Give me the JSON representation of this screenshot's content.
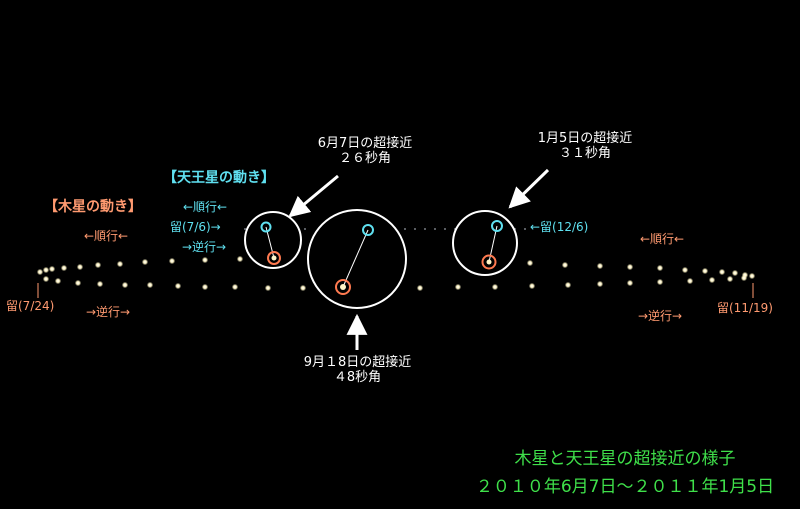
{
  "colors": {
    "background": "#000000",
    "jupiter_label": "#ff9a70",
    "uranus_label": "#5fe0f0",
    "caption": "#3fe04a",
    "annotation": "#ffffff"
  },
  "titles": {
    "jupiter_motion": "【木星の動き】",
    "uranus_motion": "【天王星の動き】"
  },
  "jupiter": {
    "prograde_left": "←順行←",
    "retrograde_left": "→逆行→",
    "stationary_left": "留(7/24)",
    "prograde_right": "←順行←",
    "retrograde_right": "→逆行→",
    "stationary_right": "留(11/19)"
  },
  "uranus": {
    "prograde": "←順行←",
    "stationary_left": "留(7/6)→",
    "retrograde": "→逆行→",
    "stationary_right": "←留(12/6)"
  },
  "conjunctions": {
    "first": {
      "date": "6月7日の超接近",
      "separation": "２６秒角"
    },
    "second": {
      "date": "9月１8日の超接近",
      "separation": "４8秒角"
    },
    "third": {
      "date": "1月5日の超接近",
      "separation": "３１秒角"
    }
  },
  "caption": {
    "title": "木星と天王星の超接近の様子",
    "period": "２０１０年6月7日～２０１１年1月5日"
  }
}
